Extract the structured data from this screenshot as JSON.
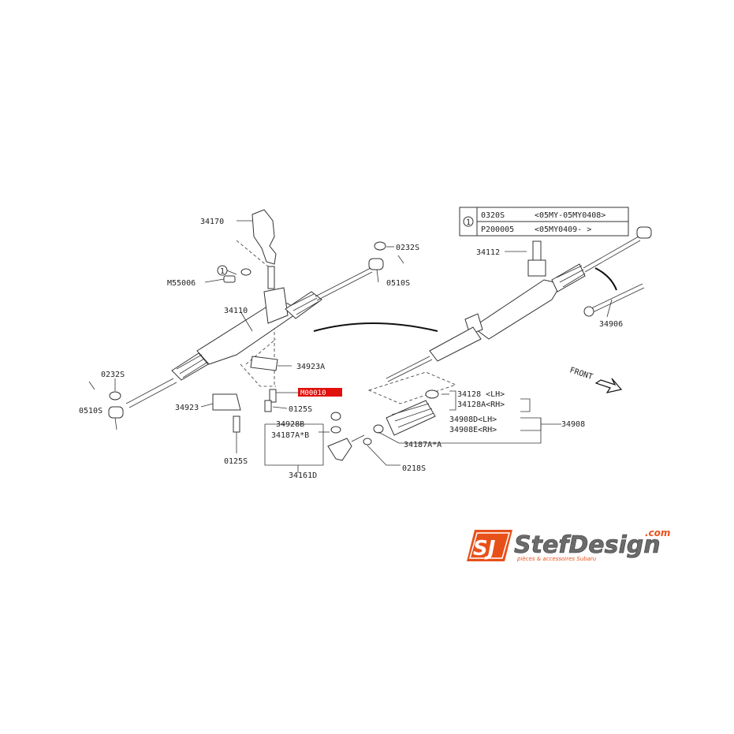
{
  "colors": {
    "highlight": "#e0100c",
    "brand": "#e8501a",
    "brand_text": "#6b6b6b"
  },
  "callout_table": {
    "marker": "1",
    "rows": [
      {
        "part": "0320S",
        "range": "<05MY-05MY0408>"
      },
      {
        "part": "P200005",
        "range": "<05MY0409-    >"
      }
    ]
  },
  "labels": {
    "p34170": "34170",
    "p1_left": "1",
    "pM55006": "M55006",
    "p0232S_top": "0232S",
    "p0510S_top": "0510S",
    "p34110": "34110",
    "p34923A": "34923A",
    "p0232S_left": "0232S",
    "p0510S_left": "0510S",
    "p34923": "34923",
    "p0125S_center": "0125S",
    "p0125S_bottom": "0125S",
    "highlight_part": "M00010",
    "p34928B": "34928B",
    "p34187AB": "34187A*B",
    "p34161D": "34161D",
    "p34112": "34112",
    "p34906": "34906",
    "front": "FRONT",
    "p34128_lh": "34128 <LH>",
    "p34128A_rh": "34128A<RH>",
    "p34908D_lh": "34908D<LH>",
    "p34908E_rh": "34908E<RH>",
    "p34908": "34908",
    "p34187AA": "34187A*A",
    "p0218S": "0218S"
  },
  "logo": {
    "mark": "SJ",
    "name": "StefDesign",
    "tld": ".com",
    "tagline": "pièces & accessoires Subaru"
  }
}
